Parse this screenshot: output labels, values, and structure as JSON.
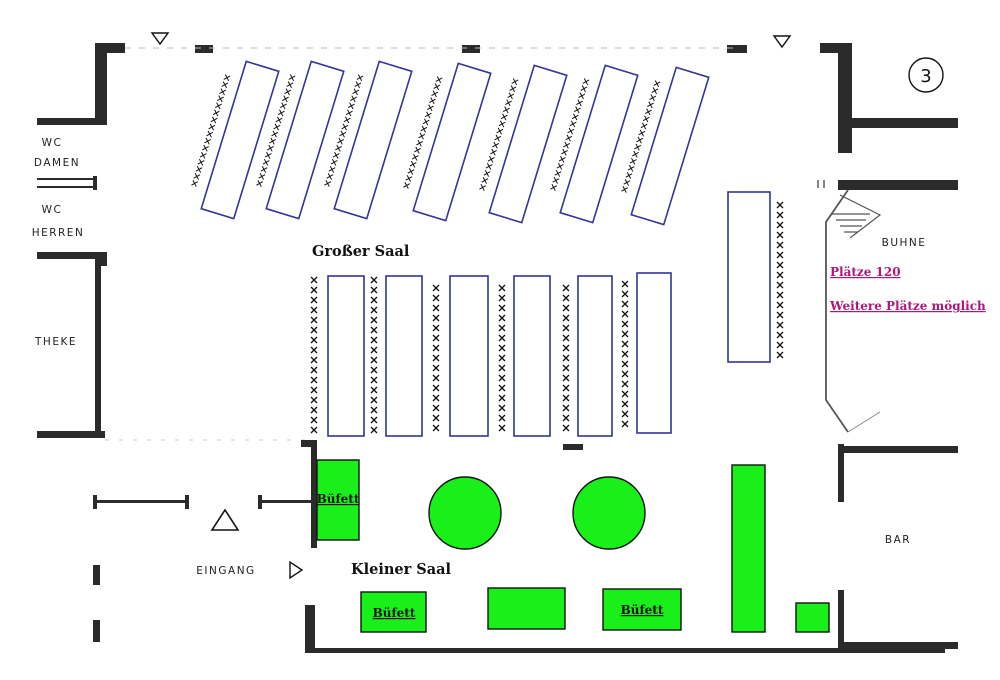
{
  "plan_number": "3",
  "labels": {
    "wc_damen": [
      "WC",
      "DAMEN"
    ],
    "wc_herren": [
      "WC",
      "HERREN"
    ],
    "theke": "THEKE",
    "buehne": "BUHNE",
    "bar": "BAR",
    "eingang": "EINGANG",
    "grosser_saal": "Großer Saal",
    "kleiner_saal": "Kleiner Saal",
    "buffet": "Büfett"
  },
  "seating": {
    "capacity": "Plätze 120",
    "note": "Weitere Plätze möglich"
  },
  "colors": {
    "table_outline": "#34349a",
    "green_table": "#19ef19",
    "seating_text": "#b0167a",
    "wall": "#2b2b2b"
  }
}
